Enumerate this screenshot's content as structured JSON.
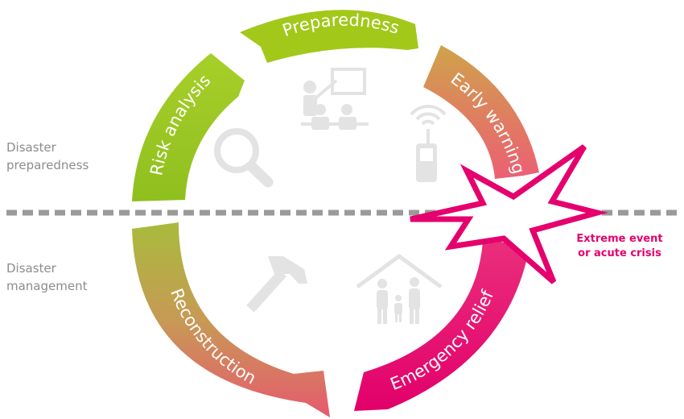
{
  "phases": [
    {
      "label": "Preparedness"
    },
    {
      "label": "Early warning"
    },
    {
      "label": "Emergency relief"
    },
    {
      "label": "Reconstruction"
    },
    {
      "label": "Risk analysis"
    }
  ],
  "side_labels": {
    "preparedness": [
      "Disaster",
      "preparedness"
    ],
    "management": [
      "Disaster",
      "management"
    ]
  },
  "crisis": [
    "Extreme event",
    "or acute crisis"
  ],
  "icons": [
    "magnifier-icon",
    "presentation-icon",
    "mobile-signal-icon",
    "hammer-icon",
    "family-shelter-icon",
    "explosion-star-icon"
  ],
  "colors": {
    "green": "#9cc319",
    "olive": "#a9b34a",
    "orange": "#e18a55",
    "magenta": "#e5006d",
    "icon_gray": "#e3e3e3",
    "divider": "#9a9a9a"
  }
}
